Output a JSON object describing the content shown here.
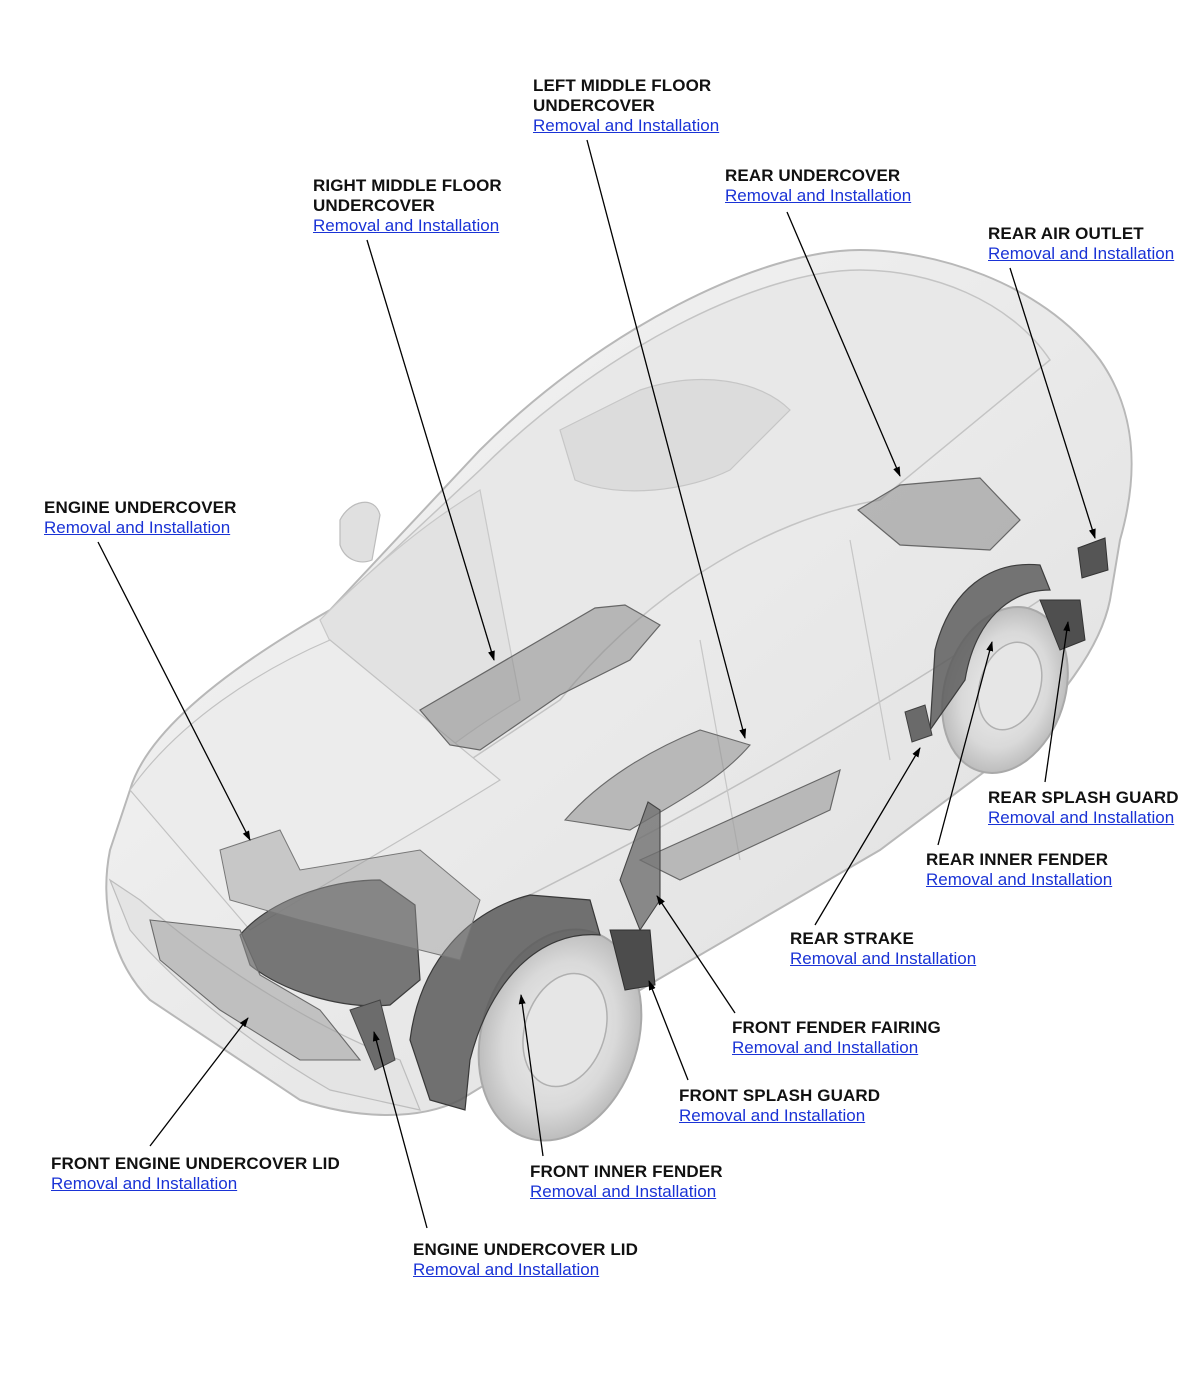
{
  "colors": {
    "link": "#1a33d6",
    "label": "#111111",
    "leader": "#000000",
    "body_fill": "#eeeeee",
    "body_stroke": "#b8b8b8",
    "part_fill": "#6e6e6e"
  },
  "callouts": [
    {
      "id": "left-middle-floor-undercover",
      "title_lines": [
        "LEFT MIDDLE FLOOR",
        "UNDERCOVER"
      ],
      "link": "Removal and Installation"
    },
    {
      "id": "right-middle-floor-undercover",
      "title_lines": [
        "RIGHT MIDDLE FLOOR",
        "UNDERCOVER"
      ],
      "link": "Removal and Installation"
    },
    {
      "id": "rear-undercover",
      "title_lines": [
        "REAR UNDERCOVER"
      ],
      "link": "Removal and Installation"
    },
    {
      "id": "rear-air-outlet",
      "title_lines": [
        "REAR AIR OUTLET"
      ],
      "link": "Removal and Installation"
    },
    {
      "id": "engine-undercover",
      "title_lines": [
        "ENGINE UNDERCOVER"
      ],
      "link": "Removal and Installation"
    },
    {
      "id": "rear-splash-guard",
      "title_lines": [
        "REAR SPLASH GUARD"
      ],
      "link": "Removal and Installation"
    },
    {
      "id": "rear-inner-fender",
      "title_lines": [
        "REAR INNER FENDER"
      ],
      "link": "Removal and Installation"
    },
    {
      "id": "rear-strake",
      "title_lines": [
        "REAR STRAKE"
      ],
      "link": "Removal and Installation"
    },
    {
      "id": "front-fender-fairing",
      "title_lines": [
        "FRONT FENDER FAIRING"
      ],
      "link": "Removal and Installation"
    },
    {
      "id": "front-splash-guard",
      "title_lines": [
        "FRONT SPLASH GUARD"
      ],
      "link": "Removal and Installation"
    },
    {
      "id": "front-engine-undercover-lid",
      "title_lines": [
        "FRONT ENGINE UNDERCOVER LID"
      ],
      "link": "Removal and Installation"
    },
    {
      "id": "front-inner-fender",
      "title_lines": [
        "FRONT INNER FENDER"
      ],
      "link": "Removal and Installation"
    },
    {
      "id": "engine-undercover-lid",
      "title_lines": [
        "ENGINE UNDERCOVER LID"
      ],
      "link": "Removal and Installation"
    }
  ]
}
